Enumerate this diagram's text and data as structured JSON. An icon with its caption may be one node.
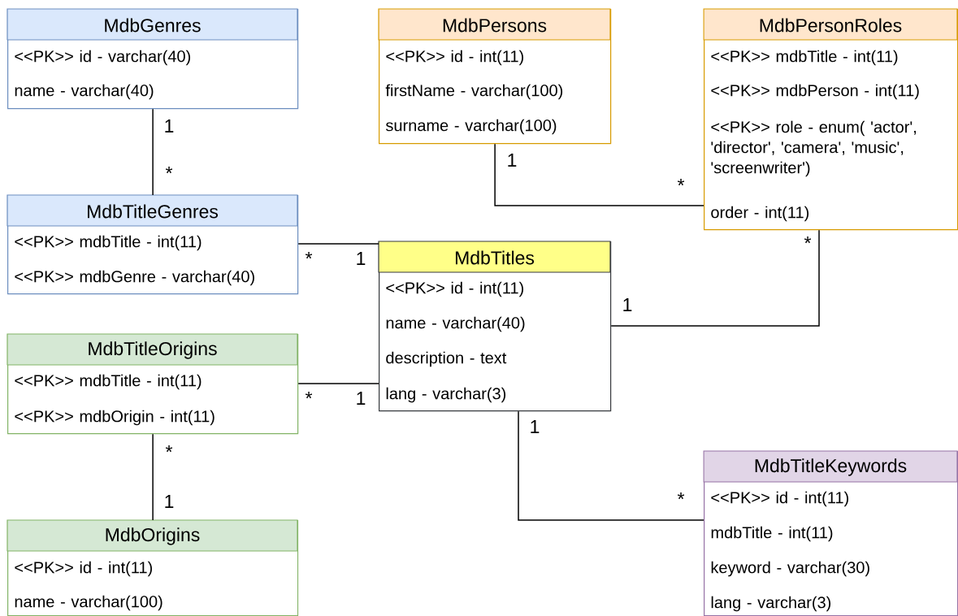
{
  "diagram": {
    "nodes": [
      {
        "text": [
          "MdbGenres",
          "<<PK>> id - varchar(40)",
          "name - varchar(40)"
        ]
      },
      {
        "text": [
          "MdbPersons",
          "<<PK>> id - int(11)",
          "firstName - varchar(100)",
          "surname - varchar(100)"
        ]
      },
      {
        "text": [
          "MdbPersonRoles",
          "<<PK>> mdbTitle - int(11)",
          "<<PK>> mdbPerson - int(11)",
          "<<PK>> role - enum( 'actor', 'director', 'camera', 'music', 'screenwriter')",
          "order - int(11)"
        ]
      },
      {
        "text": [
          "MdbTitleGenres",
          "<<PK>> mdbTitle - int(11)",
          "<<PK>> mdbGenre - varchar(40)"
        ]
      },
      {
        "text": [
          "MdbTitles",
          "<<PK>> id - int(11)",
          "name - varchar(40)",
          "description - text",
          "lang - varchar(3)"
        ]
      },
      {
        "text": [
          "MdbTitleOrigins",
          "<<PK>> mdbTitle - int(11)",
          "<<PK>> mdbOrigin - int(11)"
        ]
      },
      {
        "text": [
          "MdbTitleKeywords",
          "<<PK>> id - int(11)",
          "mdbTitle - int(11)",
          "keyword - varchar(30)",
          "lang - varchar(3)"
        ]
      },
      {
        "text": [
          "MdbOrigins",
          "<<PK>> id - int(11)",
          "name - varchar(100)"
        ]
      }
    ],
    "edges": [
      {
        "from": 0,
        "to": 3,
        "arrow": "none"
      },
      {
        "from": 1,
        "to": 2,
        "arrow": "none"
      },
      {
        "from": 3,
        "to": 4,
        "arrow": "none"
      },
      {
        "from": 2,
        "to": 4,
        "arrow": "none"
      },
      {
        "from": 5,
        "to": 4,
        "arrow": "none"
      },
      {
        "from": 5,
        "to": 7,
        "arrow": "none"
      },
      {
        "from": 4,
        "to": 6,
        "arrow": "none"
      }
    ],
    "labels": [
      "1",
      "1",
      "*",
      "*",
      "*",
      "*",
      "1",
      "1",
      "*",
      "1",
      "1",
      "*",
      "*",
      "1"
    ]
  }
}
